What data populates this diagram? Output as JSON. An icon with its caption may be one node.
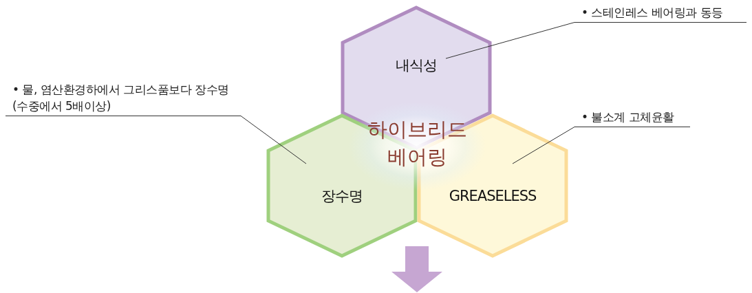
{
  "diagram": {
    "nodes": [
      {
        "text": [
          "내식성"
        ]
      },
      {
        "text": [
          "장수명"
        ]
      },
      {
        "text": [
          "GREASELESS"
        ]
      },
      {
        "text": [
          "하이브리드 베어링"
        ]
      },
      {
        "text": [
          "• 스테인레스 베어링과 동등"
        ]
      },
      {
        "text": [
          "• 물, 염산환경하에서 그리스품보다 장수명 (수중에서 5배이상)"
        ]
      },
      {
        "text": [
          "• 불소계 고체윤활"
        ]
      }
    ],
    "edges": [
      {
        "from": 4,
        "to": 0,
        "arrow": "none"
      },
      {
        "from": 5,
        "to": 1,
        "arrow": "none"
      },
      {
        "from": 6,
        "to": 2,
        "arrow": "none"
      },
      {
        "from": 3,
        "to": null,
        "arrow": "to"
      }
    ]
  }
}
